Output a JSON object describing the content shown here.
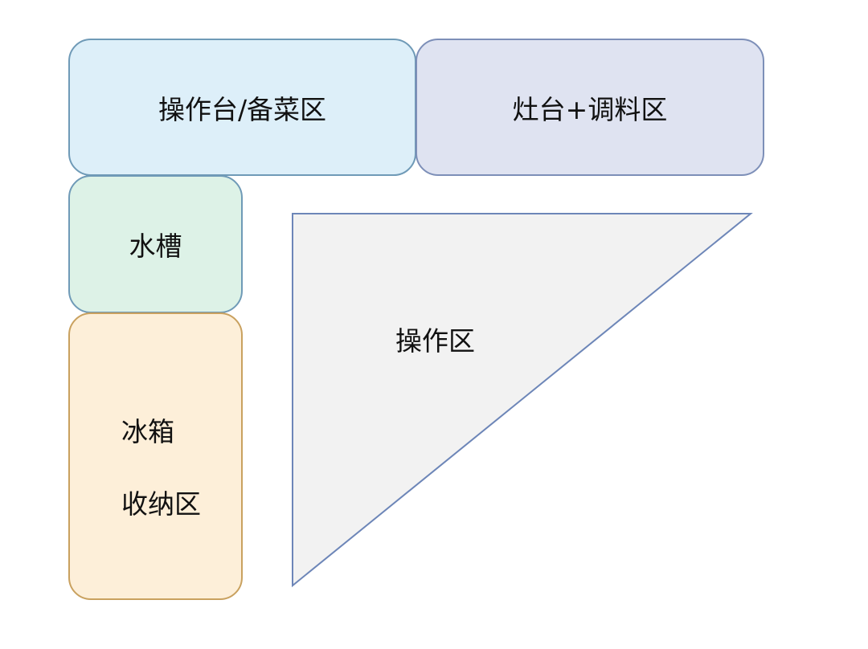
{
  "zones": {
    "prep": {
      "label": "操作台/备菜区"
    },
    "stove": {
      "label": "灶台+调料区"
    },
    "sink": {
      "label": "水槽"
    },
    "fridge": {
      "label_line1": "冰箱",
      "label_line2": "收纳区"
    },
    "work": {
      "label": "操作区"
    }
  },
  "colors": {
    "prep_fill": "#ddeff9",
    "stove_fill": "#dfe3f1",
    "sink_fill": "#ddf2e7",
    "fridge_fill": "#fdefd9",
    "triangle_fill": "#f2f2f2",
    "triangle_stroke": "#6d86b8"
  }
}
